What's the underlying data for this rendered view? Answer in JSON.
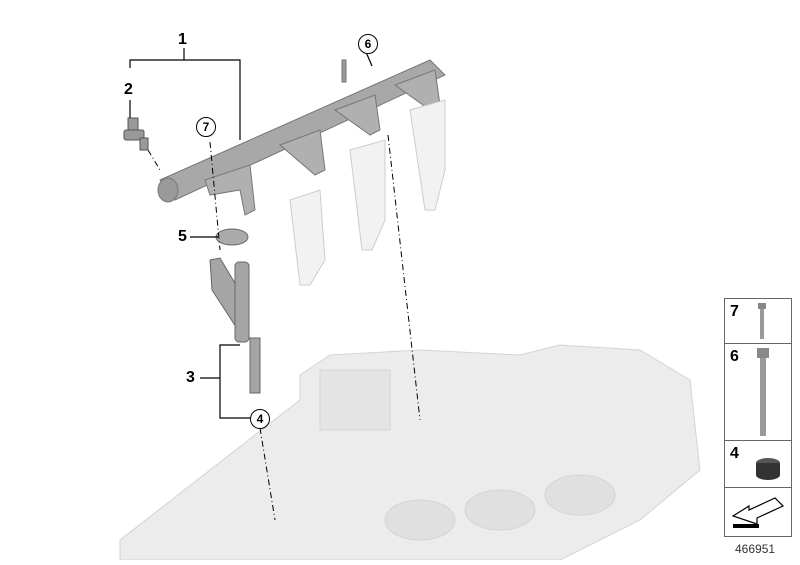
{
  "diagram": {
    "title": "Fuel rail / injector assembly exploded view",
    "callouts": [
      {
        "id": "1",
        "style": "bracket"
      },
      {
        "id": "2",
        "style": "plain"
      },
      {
        "id": "3",
        "style": "bracket"
      },
      {
        "id": "4",
        "style": "circle"
      },
      {
        "id": "5",
        "style": "plain"
      },
      {
        "id": "6",
        "style": "circle"
      },
      {
        "id": "7",
        "style": "circle"
      }
    ],
    "labels": {
      "l1": "1",
      "l2": "2",
      "l3": "3",
      "l4": "4",
      "l5": "5",
      "l6": "6",
      "l7": "7"
    },
    "legend": [
      {
        "num": "7",
        "part": "short-bolt"
      },
      {
        "num": "6",
        "part": "long-bolt"
      },
      {
        "num": "4",
        "part": "seal-ring"
      },
      {
        "num": "",
        "part": "direction-arrow"
      }
    ],
    "reference_number": "466951"
  }
}
